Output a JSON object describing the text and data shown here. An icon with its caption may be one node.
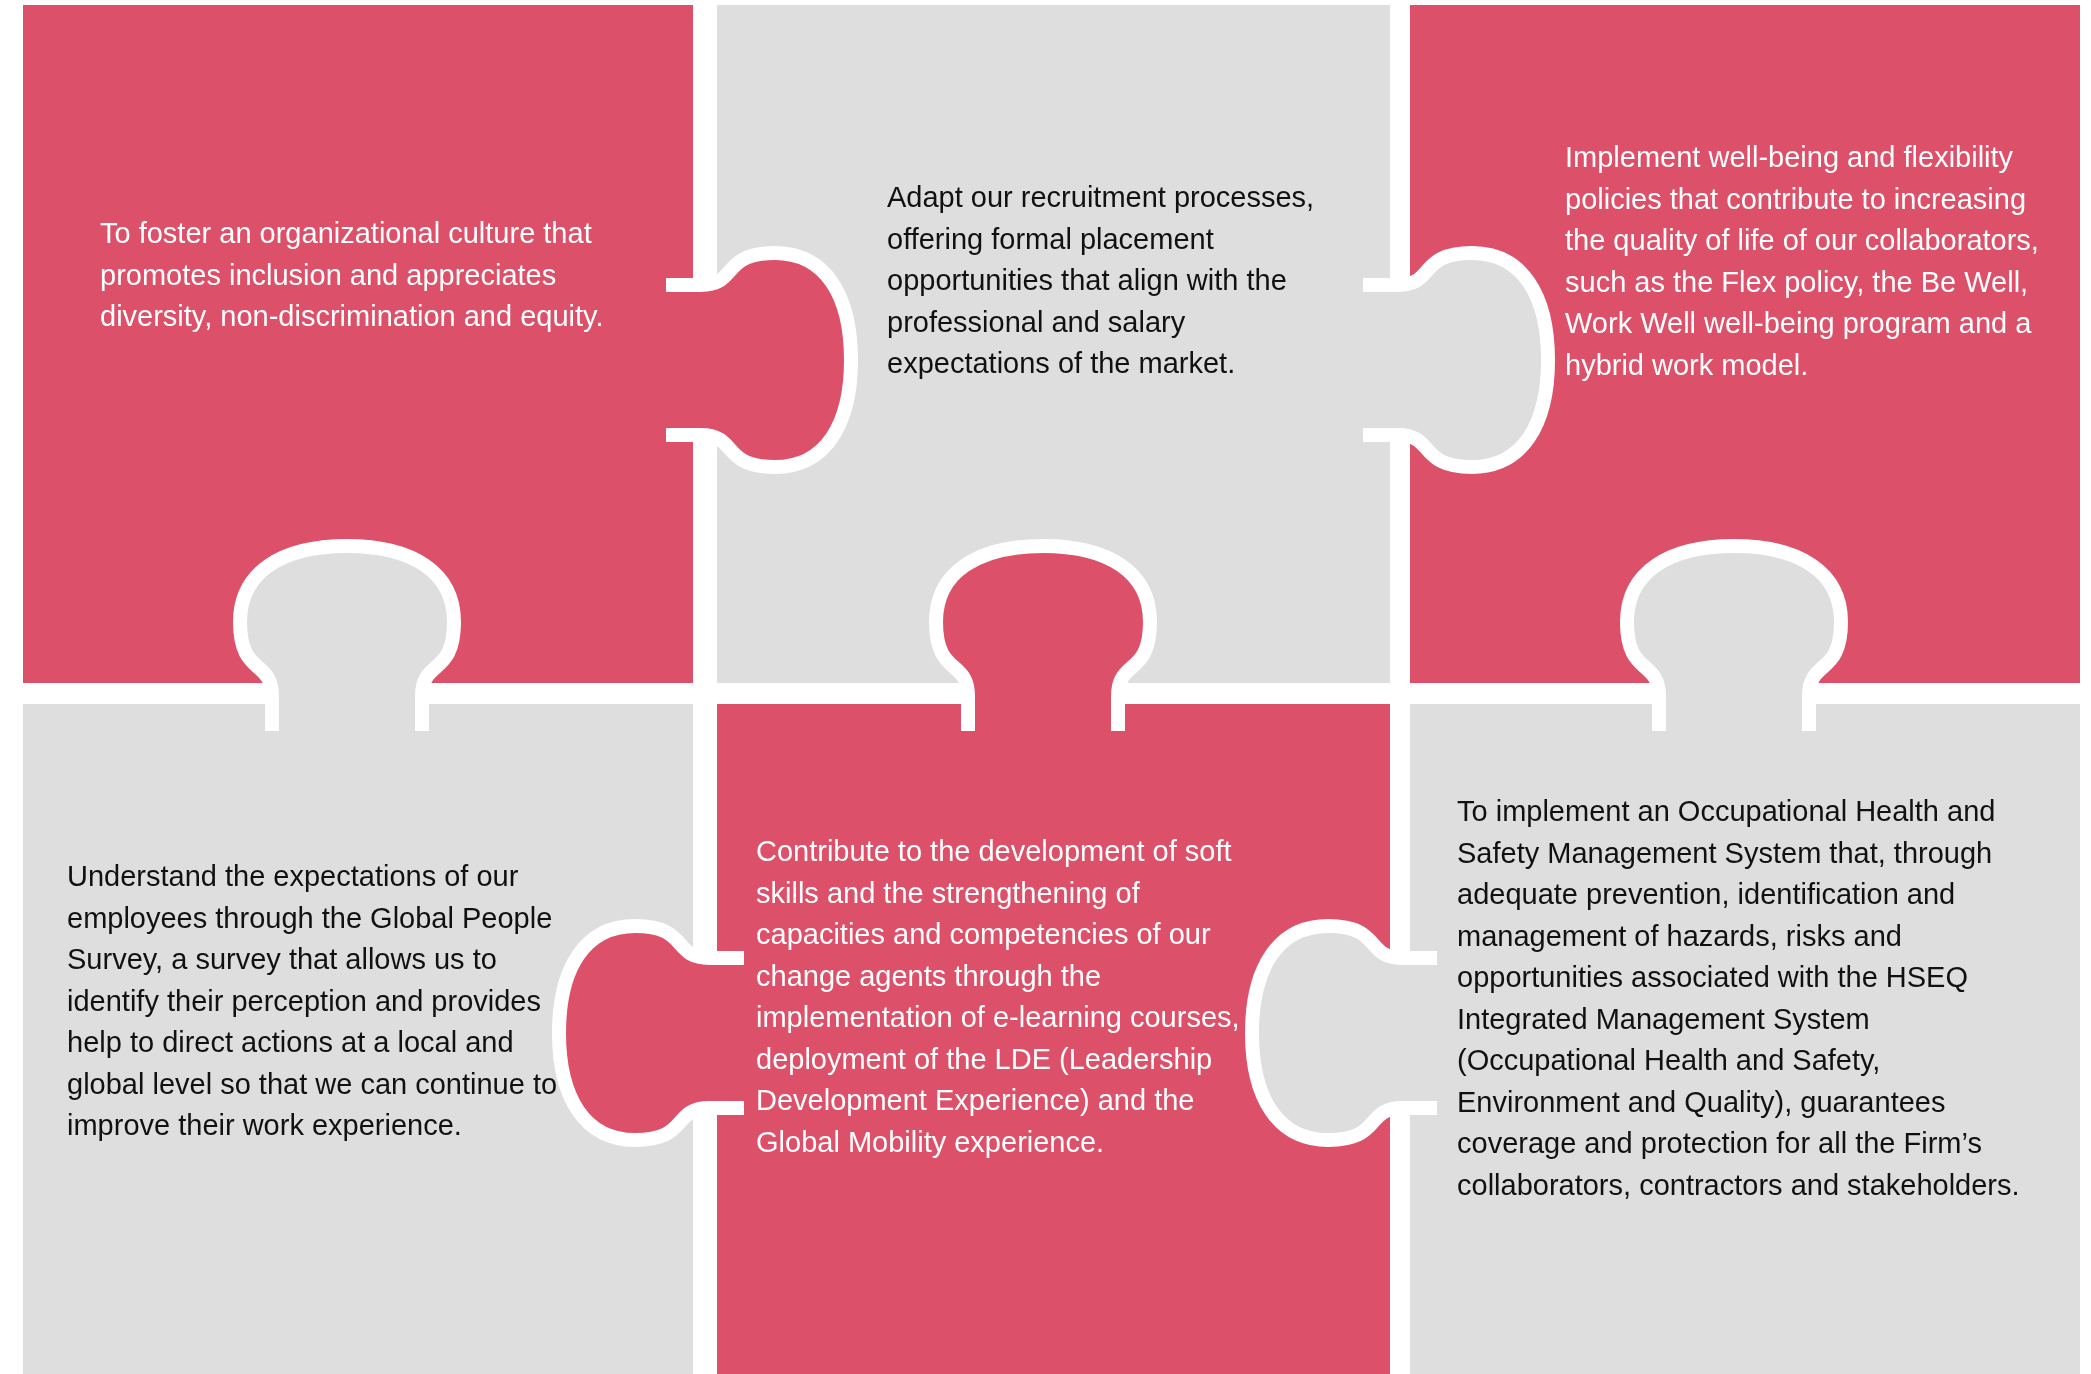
{
  "diagram": {
    "nodes": [
      {
        "text": [
          "To foster an organizational culture that promotes inclusion and appreciates diversity, non-discrimination and equity."
        ]
      },
      {
        "text": [
          "Adapt our recruitment processes, offering formal placement opportunities that align with the professional and salary expectations of the market."
        ]
      },
      {
        "text": [
          "Implement well-being and flexibility policies that contribute to increasing the quality of life of our collaborators, such as the Flex policy, the Be Well, Work Well well-being program and a hybrid work model."
        ]
      },
      {
        "text": [
          "Understand the expectations of our employees through the Global People Survey, a survey that allows us to identify their perception and provides help to direct actions at a local and global level so that we can continue to improve their work experience."
        ]
      },
      {
        "text": [
          "Contribute to the development of soft skills and the strengthening of capacities and competencies of our change agents through the implementation of e-learning courses, deployment of the LDE (Leadership Development Experience) and the Global Mobility experience."
        ]
      },
      {
        "text": [
          "To implement an Occupational Health and Safety Management System that, through adequate prevention, identification and management of hazards, risks and opportunities associated with the HSEQ Integrated Management System (Occupational Health and Safety, Environment and Quality), guarantees coverage and protection for all the Firm’s collaborators, contractors and stakeholders."
        ]
      }
    ]
  }
}
